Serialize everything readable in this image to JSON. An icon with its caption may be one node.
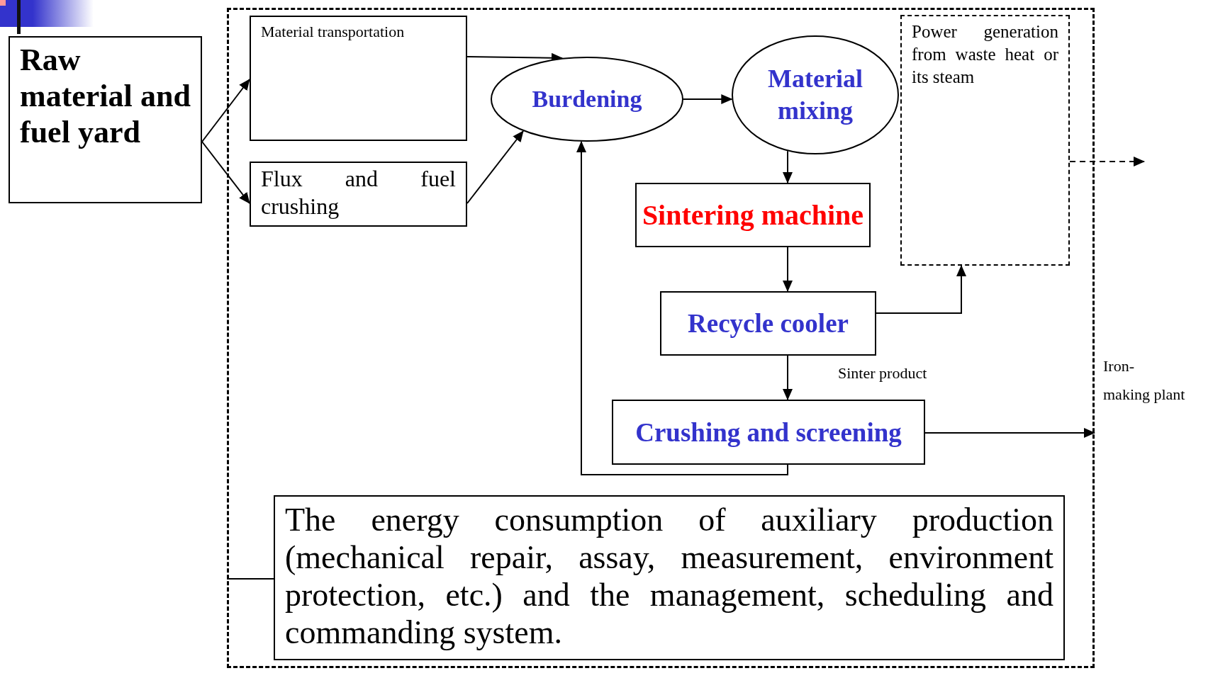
{
  "diagram": {
    "nodes": [
      {
        "text": [
          "Raw material and fuel yard"
        ]
      },
      {
        "text": [],
        "shape": "box"
      },
      {
        "text": [
          "Material transportation"
        ],
        "in": 1
      },
      {
        "text": [
          "Flux and fuel crushing"
        ],
        "in": 1
      },
      {
        "text": [
          "Burdening"
        ],
        "in": 1
      },
      {
        "text": [
          "Material mixing"
        ],
        "in": 1
      },
      {
        "text": [
          "Power generation from waste heat or its steam"
        ],
        "in": 1
      },
      {
        "text": [
          "Sintering machine"
        ],
        "in": 1
      },
      {
        "text": [
          "Recycle cooler"
        ],
        "in": 1
      },
      {
        "text": [
          "Crushing and screening"
        ],
        "in": 1
      },
      {
        "text": [
          "The energy consumption of auxiliary production (mechanical repair, assay, measurement, environment protection, etc.) and the management, scheduling and commanding system."
        ],
        "in": 1
      }
    ],
    "edges": [
      {
        "from": 0,
        "to": 2,
        "arrow": "to"
      },
      {
        "from": 0,
        "to": 3,
        "arrow": "to"
      },
      {
        "from": 2,
        "to": 4,
        "arrow": "to"
      },
      {
        "from": 3,
        "to": 4,
        "arrow": "to"
      },
      {
        "from": 4,
        "to": 5,
        "arrow": "to"
      },
      {
        "from": 5,
        "to": 7,
        "arrow": "to"
      },
      {
        "from": 7,
        "to": 8,
        "arrow": "to"
      },
      {
        "from": 8,
        "to": 6,
        "arrow": "to"
      },
      {
        "from": 8,
        "to": 9,
        "label": "Sinter product",
        "arrow": "to"
      },
      {
        "from": 9,
        "to": 4,
        "arrow": "to"
      },
      {
        "from": 9,
        "to": 1,
        "arrow": "to"
      },
      {
        "from": 6,
        "to": null,
        "arrow": "to",
        "style": "dashed"
      },
      {
        "from": 10,
        "to": 1,
        "arrow": "none"
      }
    ],
    "labels": [
      "Iron-",
      "making plant"
    ]
  }
}
